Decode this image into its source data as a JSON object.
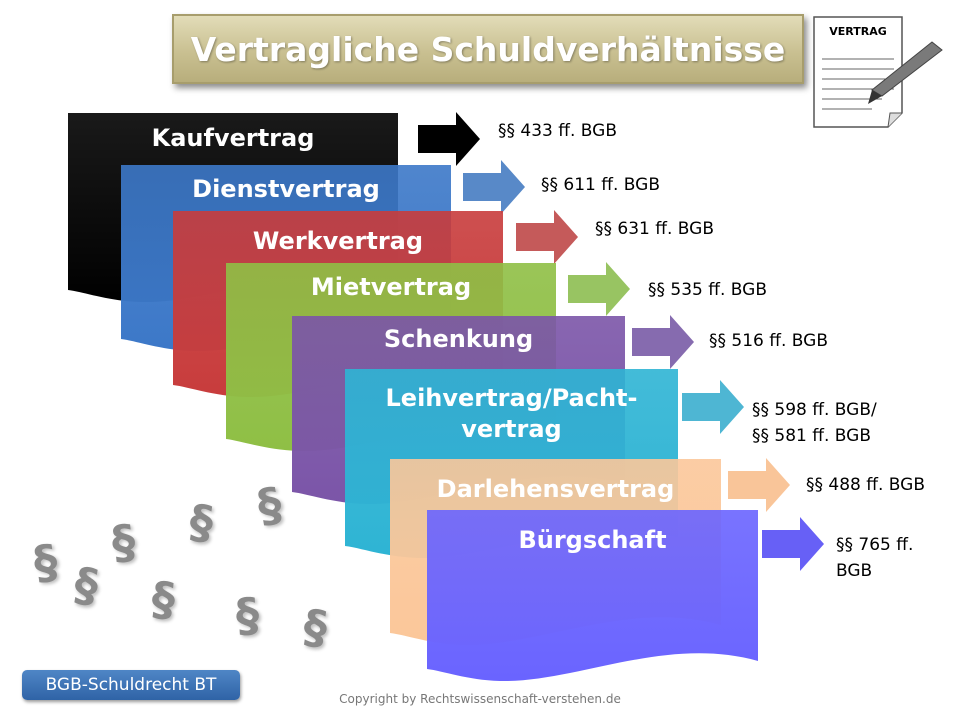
{
  "title": "Vertragliche Schuldverhältnisse",
  "doc_icon": {
    "label": "VERTRAG",
    "icon": "contract-document-with-pen-icon"
  },
  "contracts": [
    {
      "name": "Kaufvertrag",
      "reference": "§§ 433 ff. BGB",
      "color": "#000000"
    },
    {
      "name": "Dienstvertrag",
      "reference": "§§ 611 ff. BGB",
      "color": "#3c78c8"
    },
    {
      "name": "Werkvertrag",
      "reference": "§§ 631 ff. BGB",
      "color": "#c83c3c"
    },
    {
      "name": "Mietvertrag",
      "reference": "§§ 535 ff. BGB",
      "color": "#8fbf45"
    },
    {
      "name": "Schenkung",
      "reference": "§§ 516 ff. BGB",
      "color": "#7b55a8"
    },
    {
      "name": "Leihvertrag/Pacht-vertrag",
      "name_lines": [
        "Leihvertrag/Pacht-",
        "vertrag"
      ],
      "reference_lines": [
        "§§ 598 ff. BGB/",
        "§§ 581 ff. BGB"
      ],
      "color": "#2eb4d4"
    },
    {
      "name": "Darlehensvertrag",
      "reference": "§§ 488 ff. BGB",
      "color": "#fbc79a"
    },
    {
      "name": "Bürgschaft",
      "reference_lines": [
        "§§ 765 ff.",
        "BGB"
      ],
      "color": "#6a64ff"
    }
  ],
  "decor_symbol": "§",
  "badge": "BGB-Schuldrecht BT",
  "copyright": "Copyright by Rechtswissenschaft-verstehen.de"
}
